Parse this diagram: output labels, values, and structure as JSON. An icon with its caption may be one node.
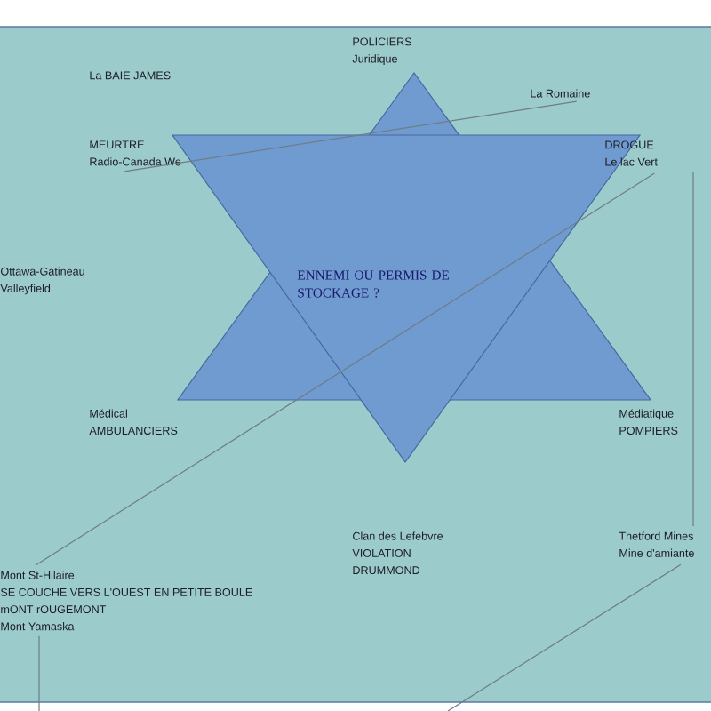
{
  "diagram": {
    "nodes": [
      {
        "text": [
          "POLICIERS",
          "Juridique"
        ]
      },
      {
        "text": [
          "La BAIE JAMES"
        ]
      },
      {
        "text": [
          "La Romaine"
        ]
      },
      {
        "text": [
          "MEURTRE",
          "Radio-Canada We"
        ]
      },
      {
        "text": [
          "DROGUE",
          "Le lac Vert"
        ]
      },
      {
        "text": [
          "Ottawa-Gatineau",
          "Valleyfield"
        ]
      },
      {
        "text": [
          "ENNEMI OU PERMIS DE STOCKAGE ?"
        ]
      },
      {
        "text": [
          "Médical",
          "AMBULANCIERS"
        ]
      },
      {
        "text": [
          "Médiatique",
          "POMPIERS"
        ]
      },
      {
        "text": [
          "Clan des Lefebvre",
          "VIOLATION",
          "DRUMMOND"
        ]
      },
      {
        "text": [
          "Mont St-Hilaire",
          "SE COUCHE VERS L'OUEST EN PETITE BOULE",
          "mONT rOUGEMONT",
          "Mont Yamaska"
        ]
      },
      {
        "text": [
          "Thetford Mines",
          "Mine d'amiante"
        ]
      }
    ],
    "edges": [
      {
        "from": 3,
        "to": 2,
        "arrow": "none"
      },
      {
        "from": 10,
        "to": 4,
        "arrow": "none"
      },
      {
        "from": 4,
        "to": 11,
        "arrow": "none"
      },
      {
        "from": 10,
        "to": null,
        "arrow": "none"
      },
      {
        "from": 11,
        "to": null,
        "arrow": "none"
      }
    ]
  }
}
